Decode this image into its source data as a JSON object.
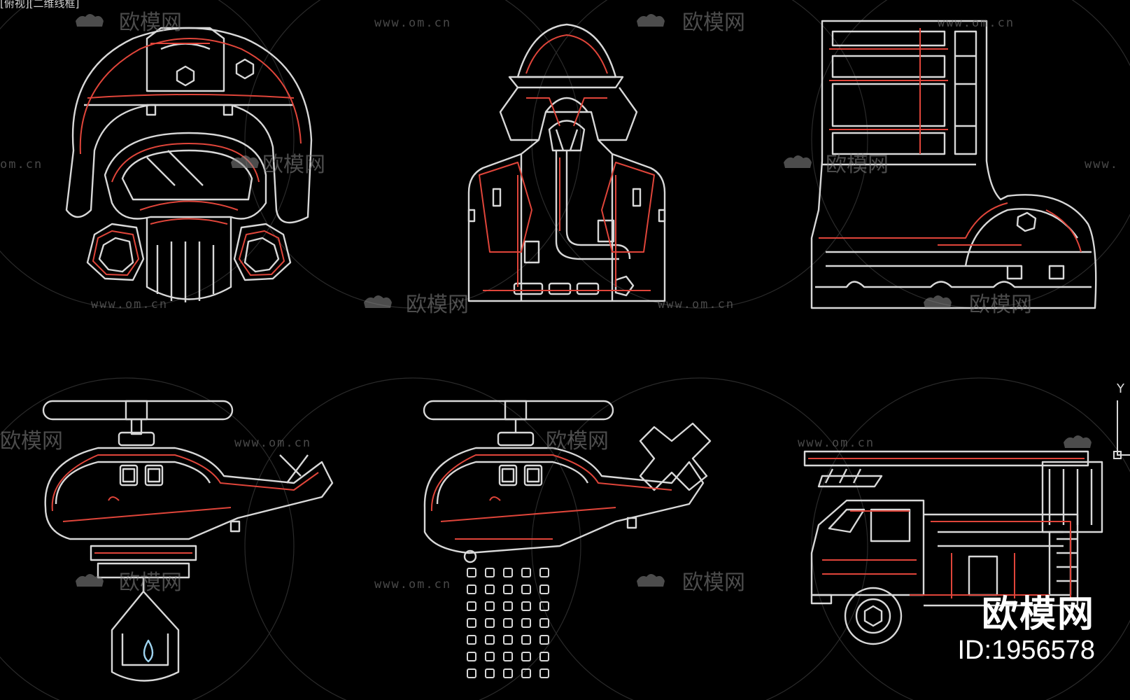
{
  "viewport": {
    "label": "[俯视][二维线框]",
    "background": "#000000",
    "line_white": "#d8d8d8",
    "line_red": "#e0453a"
  },
  "drawings": [
    {
      "name": "firefighter-helmet-gas-mask"
    },
    {
      "name": "firefighter-in-uniform"
    },
    {
      "name": "firefighter-boot"
    },
    {
      "name": "helicopter-with-water-bucket"
    },
    {
      "name": "helicopter-dropping-water"
    },
    {
      "name": "fire-truck-with-ladder"
    }
  ],
  "watermark": {
    "text": "欧模网",
    "url": "www.om.cn",
    "url_partial": "om.cn",
    "url_partial_right": "www."
  },
  "brand": {
    "name": "欧模网",
    "id": "ID:1956578"
  },
  "ucs": {
    "y_label": "Y"
  }
}
